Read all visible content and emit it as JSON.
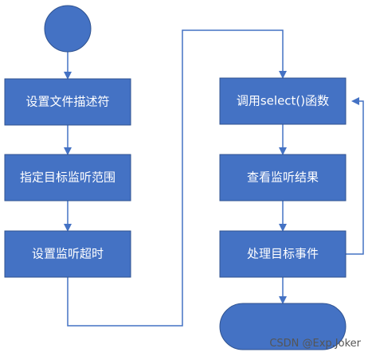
{
  "diagram": {
    "nodes": {
      "start": "",
      "set_fd": "设置文件描述符",
      "set_range": "指定目标监听范围",
      "set_timeout": "设置监听超时",
      "call_select": "调用select()函数",
      "view_result": "查看监听结果",
      "handle_event": "处理目标事件",
      "end": ""
    },
    "colors": {
      "node_fill": "#4472c4",
      "node_border": "#2f528f",
      "connector": "#4472c4",
      "text": "#ffffff"
    }
  },
  "watermark": "CSDN @Exp.Joker"
}
